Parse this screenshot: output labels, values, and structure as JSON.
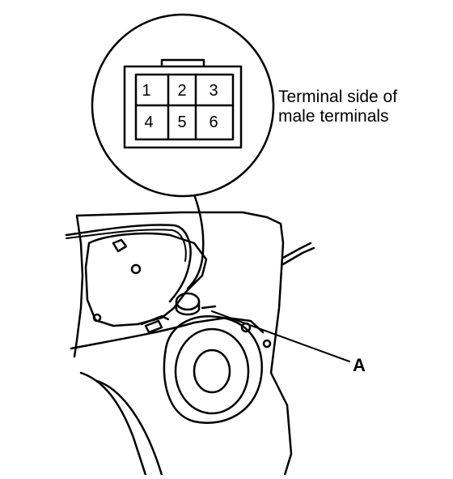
{
  "connector": {
    "caption_line1": "Terminal side of",
    "caption_line2": "male terminals",
    "pins": [
      "1",
      "2",
      "3",
      "4",
      "5",
      "6"
    ]
  },
  "callouts": {
    "a": "A"
  },
  "colors": {
    "ink": "#000000",
    "background": "#ffffff"
  }
}
